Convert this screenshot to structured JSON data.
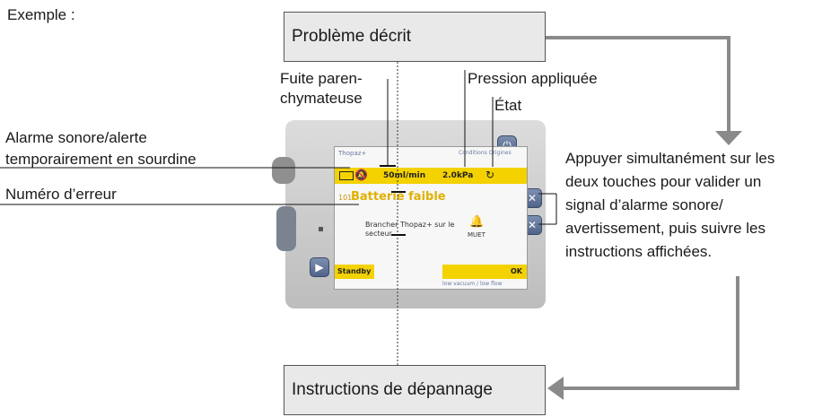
{
  "example_label": "Exemple :",
  "boxes": {
    "problem": "Problème décrit",
    "instructions": "Instructions de dépannage"
  },
  "callouts": {
    "leak_line1": "Fuite paren-",
    "leak_line2": "chymateuse",
    "pressure": "Pression appliquée",
    "state": "État",
    "alarm_line1": "Alarme sonore/alerte",
    "alarm_line2": "temporairement en sourdine",
    "error_number": "Numéro d’erreur",
    "right_note": [
      "Appuyer simultanément sur les",
      "deux touches pour valider un",
      "signal d’alarme sonore/",
      "avertissement, puis suivre les",
      "instructions affichées."
    ]
  },
  "device": {
    "brand": "Thopaz+",
    "mode": "Conditions Origines",
    "flow": "50ml/min",
    "pressure": "2.0kPa",
    "error_code": "101",
    "error_title": "Batterie faible",
    "instruction": "Brancher Thopaz+ sur le secteur",
    "mute_label": "MUET",
    "standby_label": "Standby",
    "ok_label": "OK",
    "footer": "low vacuum / low flow"
  },
  "colors": {
    "screen_accent": "#f3d200",
    "arrow": "#8a8a8a",
    "button": "#5b6e93"
  }
}
